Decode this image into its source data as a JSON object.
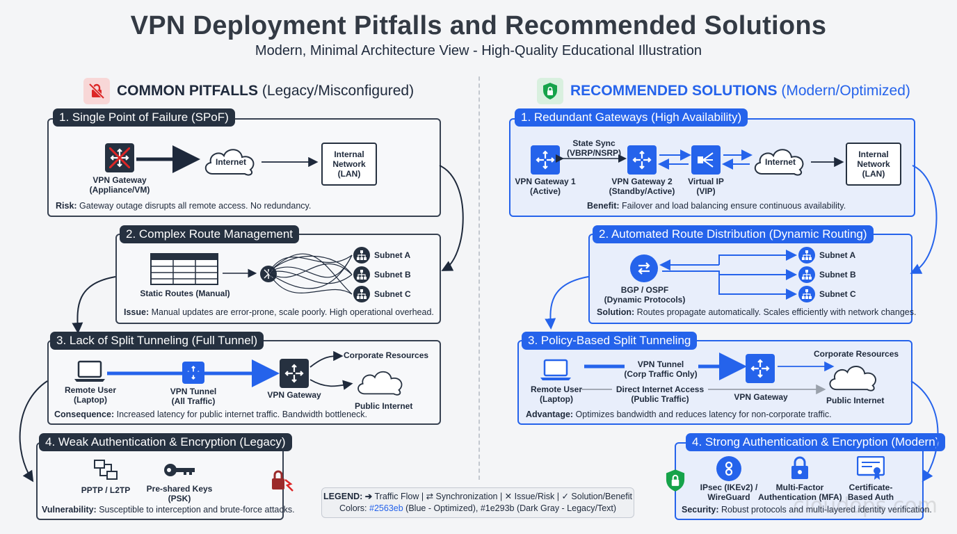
{
  "header": {
    "title": "VPN Deployment Pitfalls and Recommended Solutions",
    "subtitle": "Modern, Minimal Architecture View - High-Quality Educational Illustration"
  },
  "pitfalls": {
    "heading_bold": "COMMON PITFALLS",
    "heading_rest": " (Legacy/Misconfigured)",
    "icon": "lock-slash-icon",
    "p1": {
      "title": "1. Single Point of Failure (SPoF)",
      "gateway": "VPN Gateway\n(Appliance/VM)",
      "internet": "Internet",
      "lan": "Internal\nNetwork\n(LAN)",
      "note_label": "Risk:",
      "note_text": " Gateway outage disrupts all remote access. No redundancy."
    },
    "p2": {
      "title": "2. Complex Route Management",
      "table": "Static Routes (Manual)",
      "subnets": [
        "Subnet A",
        "Subnet B",
        "Subnet C"
      ],
      "note_label": "Issue:",
      "note_text": " Manual updates are error-prone, scale poorly. High operational overhead."
    },
    "p3": {
      "title": "3. Lack of Split Tunneling (Full Tunnel)",
      "user": "Remote User\n(Laptop)",
      "tunnel": "VPN Tunnel\n(All Traffic)",
      "gateway": "VPN Gateway",
      "corp": "Corporate Resources",
      "public": "Public Internet",
      "note_label": "Consequence:",
      "note_text": " Increased latency for public internet traffic. Bandwidth bottleneck."
    },
    "p4": {
      "title": "4. Weak Authentication & Encryption (Legacy)",
      "proto": "PPTP / L2TP",
      "psk": "Pre-shared Keys\n(PSK)",
      "note_label": "Vulnerability:",
      "note_text": " Susceptible to interception and brute-force attacks."
    }
  },
  "solutions": {
    "heading_bold": "RECOMMENDED SOLUTIONS",
    "heading_rest": " (Modern/Optimized)",
    "icon": "shield-lock-icon",
    "s1": {
      "title": "1. Redundant Gateways (High Availability)",
      "sync": "State Sync\n(VBRP/NSRP)",
      "gw1": "VPN Gateway 1\n(Active)",
      "gw2": "VPN Gateway 2\n(Standby/Active)",
      "vip": "Virtual IP\n(VIP)",
      "internet": "Internet",
      "lan": "Internal\nNetwork\n(LAN)",
      "note_label": "Benefit:",
      "note_text": " Failover and load balancing ensure continuous availability."
    },
    "s2": {
      "title": "2. Automated Route Distribution (Dynamic Routing)",
      "bgp": "BGP / OSPF\n(Dynamic Protocols)",
      "subnets": [
        "Subnet A",
        "Subnet B",
        "Subnet C"
      ],
      "note_label": "Solution:",
      "note_text": " Routes propagate automatically. Scales efficiently with network changes."
    },
    "s3": {
      "title": "3. Policy-Based Split Tunneling",
      "user": "Remote User\n(Laptop)",
      "tunnel": "VPN Tunnel\n(Corp Traffic Only)",
      "direct": "Direct Internet Access\n(Public Traffic)",
      "gateway": "VPN Gateway",
      "corp": "Corporate Resources",
      "public": "Public Internet",
      "note_label": "Advantage:",
      "note_text": " Optimizes bandwidth and reduces latency for non-corporate traffic."
    },
    "s4": {
      "title": "4. Strong Authentication & Encryption (Modern)",
      "ipsec": "IPsec (IKEv2) /\nWireGuard",
      "mfa": "Multi-Factor\nAuthentication (MFA)",
      "cert": "Certificate-\nBased Auth",
      "note_label": "Security:",
      "note_text": " Robust protocols and multi-layered identity verification."
    }
  },
  "legend": {
    "label": "LEGEND:",
    "items": " Traffic Flow | ⇄ Synchronization | ✕ Issue/Risk | ✓ Solution/Benefit",
    "colors_prefix": "Colors: ",
    "blue_hex": "#2563eb",
    "colors_rest": " (Blue - Optimized), #1e293b (Dark Gray - Legacy/Text)"
  },
  "watermark": "cloudops.com",
  "colors": {
    "blue": "#2563eb",
    "dark": "#1e293b",
    "red": "#dc2626",
    "green": "#16a34a"
  }
}
